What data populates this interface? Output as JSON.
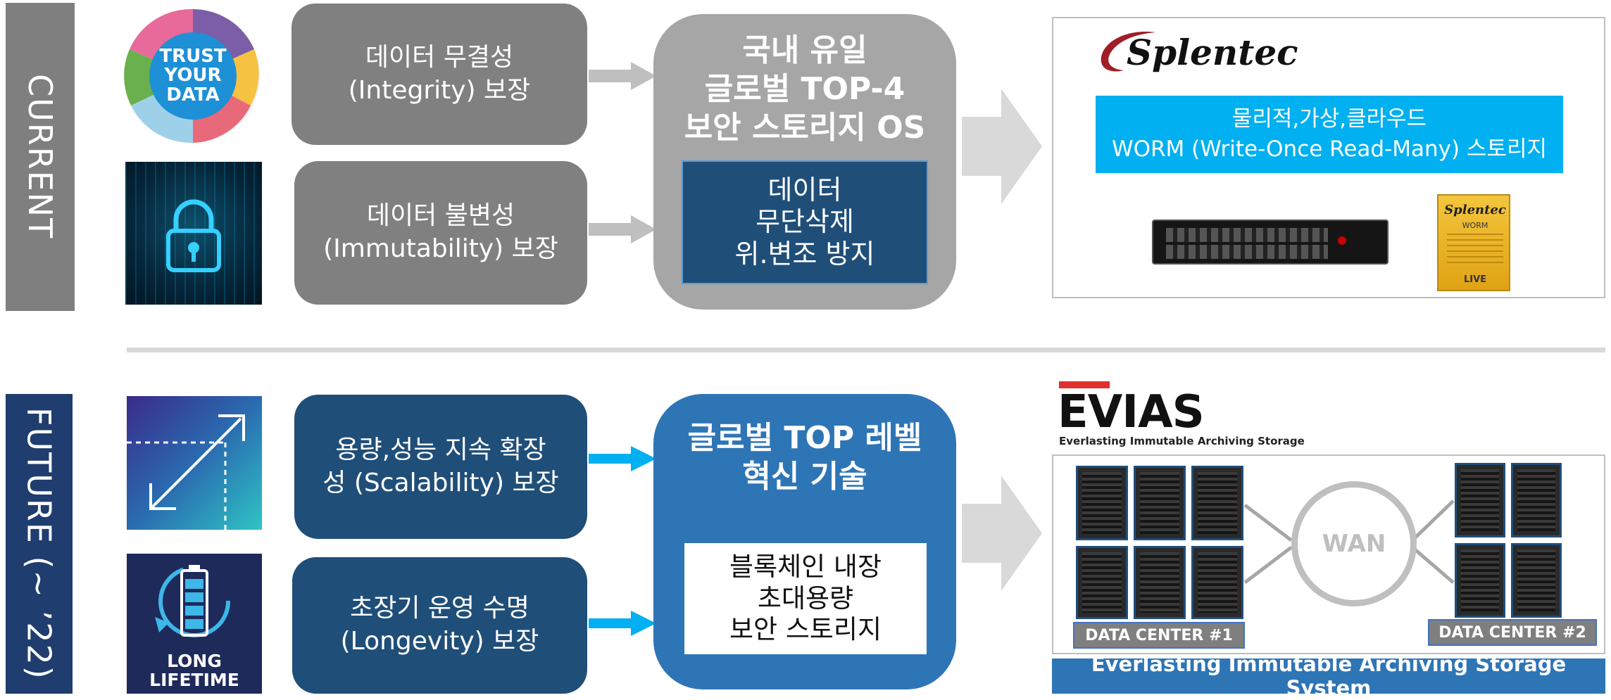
{
  "current": {
    "side_label": "CURRENT",
    "trust_image_text": "TRUST\nYOUR\nDATA",
    "box_integrity": "데이터 무결성\n(Integrity) 보장",
    "box_immutability": "데이터 불변성\n(Immutability) 보장",
    "core_title": "국내 유일\n글로벌 TOP-4\n보안 스토리지 OS",
    "core_inner": "데이터\n무단삭제\n위.변조 방지",
    "product_logo": "Splentec",
    "product_banner": "물리적,가상,클라우드\nWORM (Write-Once Read-Many) 스토리지",
    "box_product_brand": "Splentec",
    "box_product_sub": "WORM",
    "box_product_footer": "LIVE"
  },
  "future": {
    "side_label": "FUTURE (~ ʼ22)",
    "lifetime_image_text": "LONG\nLIFETIME",
    "box_scalability": "용량,성능 지속 확장\n성 (Scalability) 보장",
    "box_longevity": "초장기 운영 수명\n(Longevity) 보장",
    "core_title": "글로벌 TOP 레벨\n혁신 기술",
    "core_inner": "블록체인 내장\n초대용량\n보안 스토리지",
    "evias_logo": "EVIAS",
    "evias_tagline": "Everlasting Immutable Archiving Storage",
    "wan_label": "WAN",
    "dc1_label": "DATA CENTER #1",
    "dc2_label": "DATA CENTER #2",
    "system_banner": "Everlasting Immutable Archiving Storage System"
  },
  "colors": {
    "gray": "#7f7f7f",
    "navy": "#1f4e79",
    "core_gray": "#a6a6a6",
    "core_blue": "#2e75b6",
    "cyan": "#00b0f0",
    "arrow_light": "#d9d9d9",
    "evias_red": "#e03030"
  }
}
